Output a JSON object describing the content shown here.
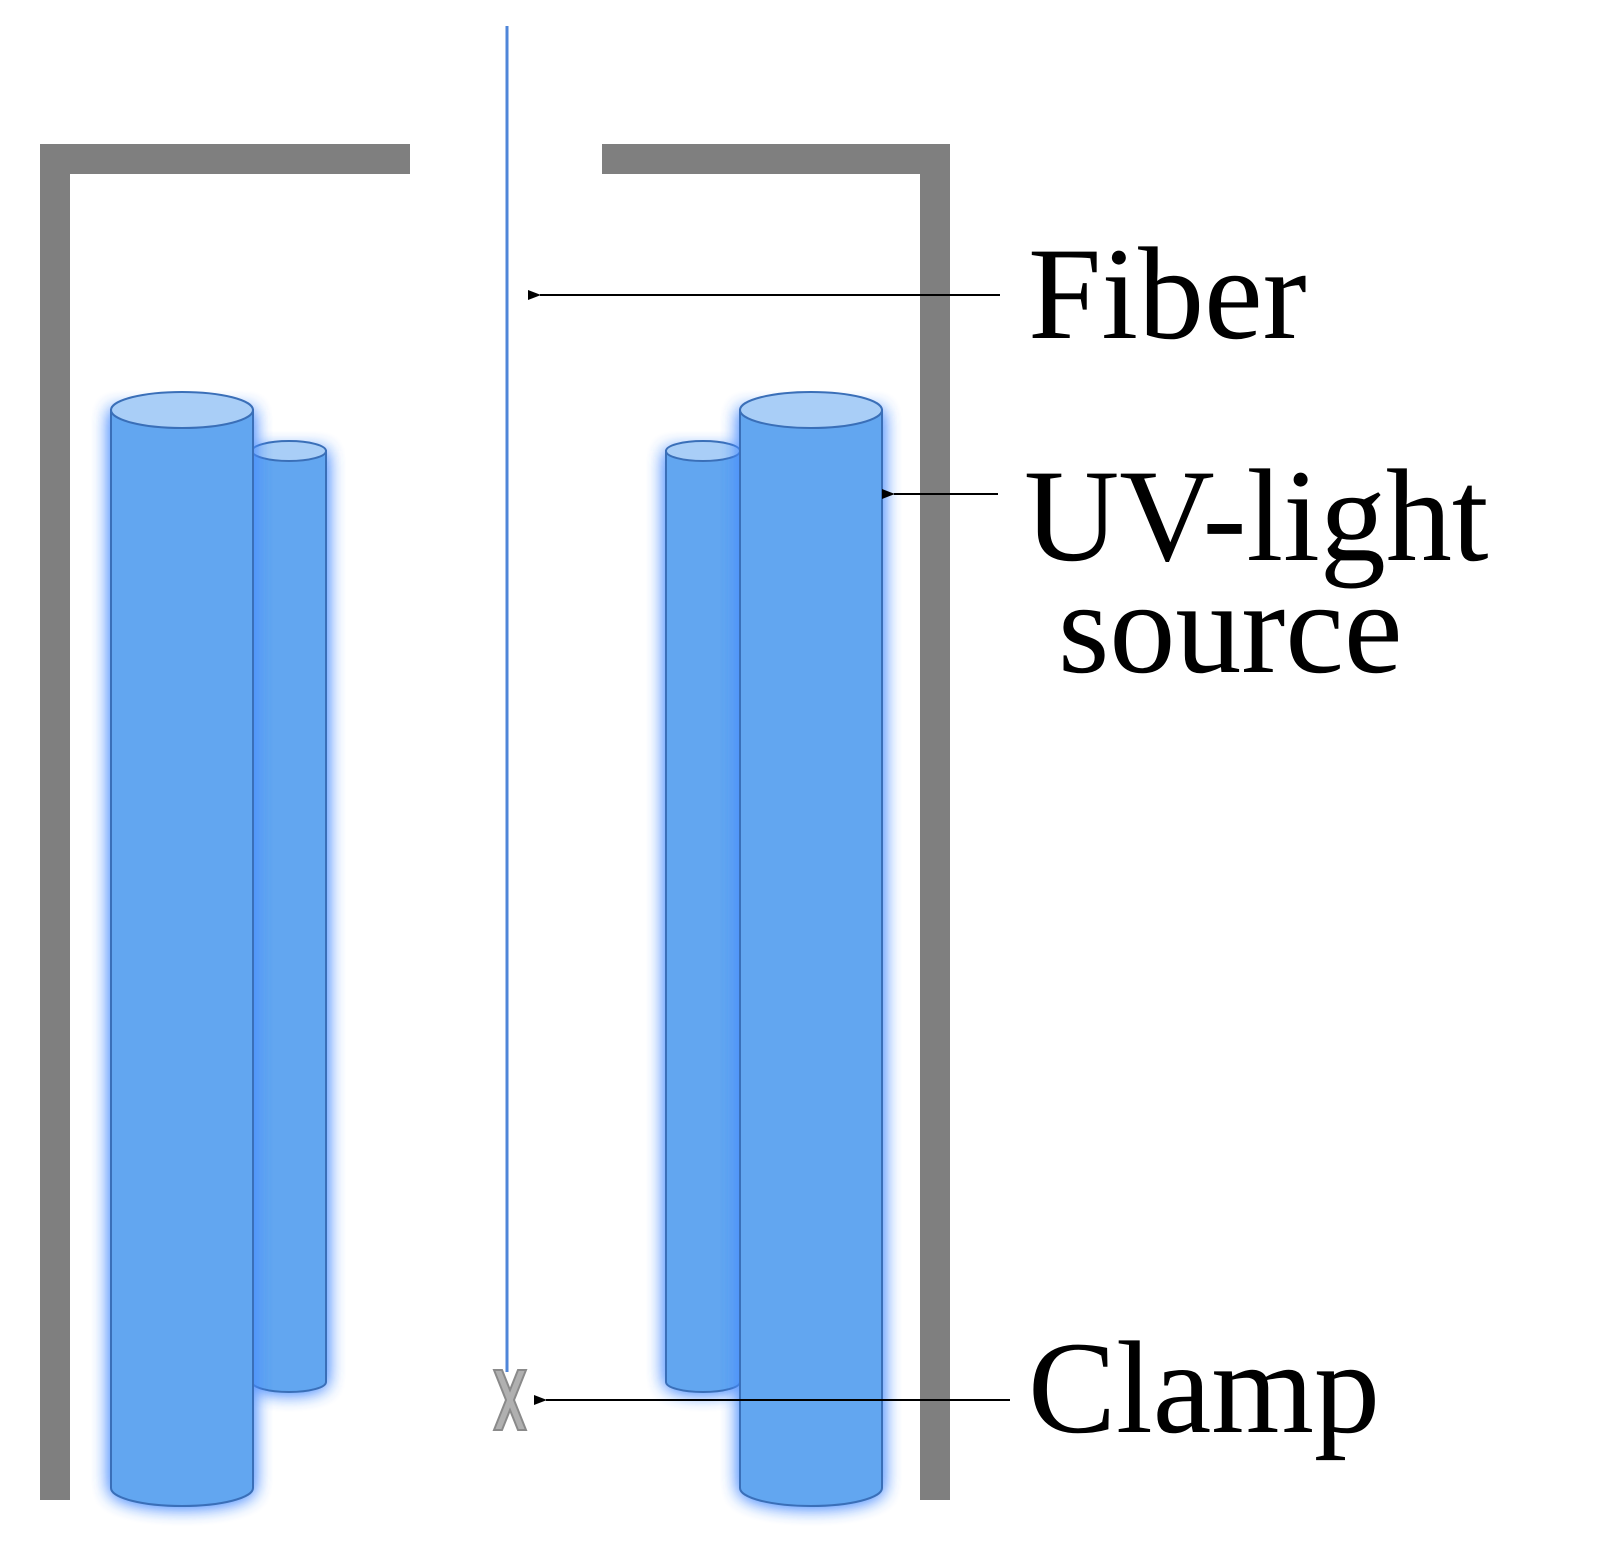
{
  "labels": {
    "fiber": "Fiber",
    "uv_light_source_line1": "UV-light",
    "uv_light_source_line2": "source",
    "clamp": "Clamp"
  },
  "colors": {
    "housing": "#7f7f7f",
    "lamp_body": "#62a6f0",
    "lamp_top": "#a9cef7",
    "lamp_edge": "#3a6fb8",
    "lamp_glow": "#4a8cff",
    "fiber": "#4f86d9",
    "clamp": "#9a9a9a",
    "arrow": "#000000"
  }
}
